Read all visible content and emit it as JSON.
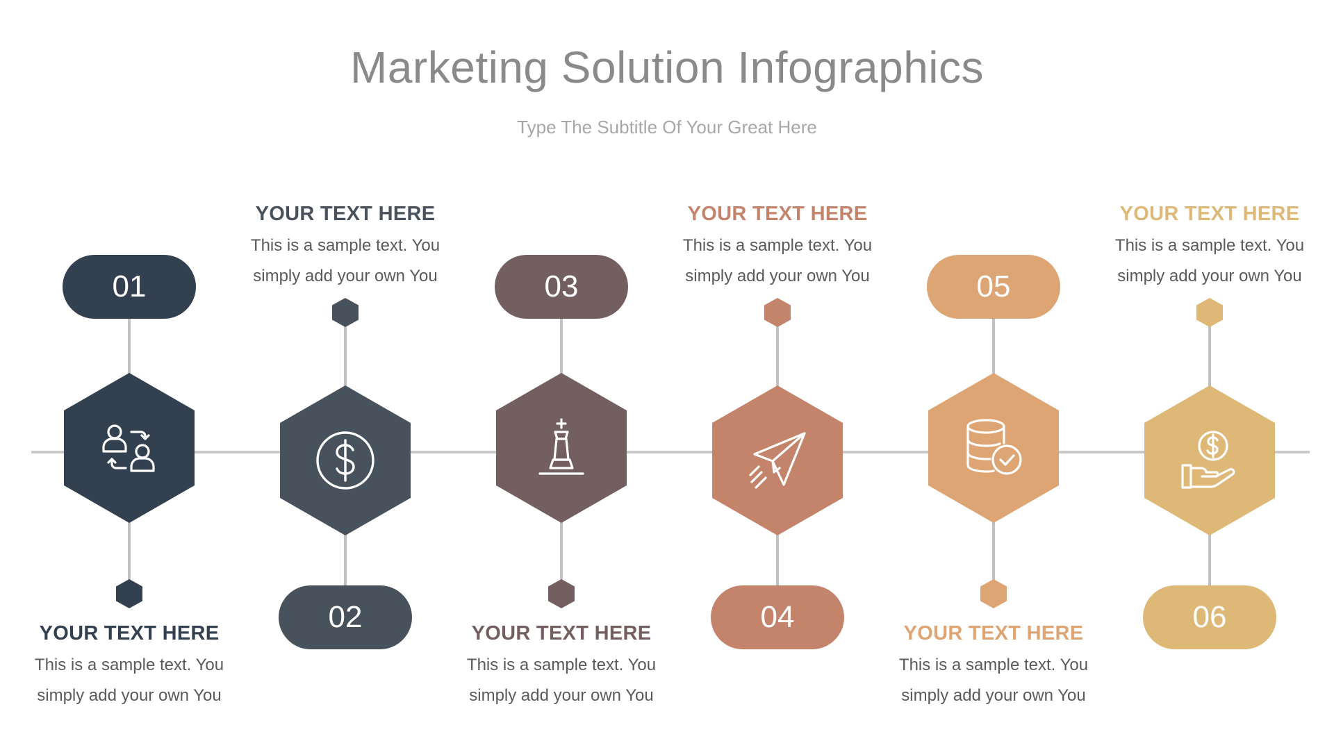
{
  "header": {
    "title": "Marketing Solution Infographics",
    "subtitle": "Type The Subtitle Of Your Great Here"
  },
  "colors": {
    "step1": "#33404f",
    "step2": "#47525d",
    "step3": "#745f60",
    "step4": "#c4846b",
    "step5": "#dea574",
    "step6": "#ddb876",
    "connector": "#c2c2c2"
  },
  "steps": [
    {
      "number": "01",
      "heading": "YOUR TEXT HERE",
      "line1": "This is a sample text. You",
      "line2": "simply add your own You",
      "icon": "user-exchange-icon"
    },
    {
      "number": "02",
      "heading": "YOUR TEXT HERE",
      "line1": "This is a sample text. You",
      "line2": "simply add your own You",
      "icon": "dollar-coin-icon"
    },
    {
      "number": "03",
      "heading": "YOUR TEXT HERE",
      "line1": "This is a sample text. You",
      "line2": "simply add your own You",
      "icon": "chess-king-icon"
    },
    {
      "number": "04",
      "heading": "YOUR TEXT HERE",
      "line1": "This is a sample text. You",
      "line2": "simply add your own You",
      "icon": "paper-plane-icon"
    },
    {
      "number": "05",
      "heading": "YOUR TEXT HERE",
      "line1": "This is a sample text. You",
      "line2": "simply add your own You",
      "icon": "database-check-icon"
    },
    {
      "number": "06",
      "heading": "YOUR TEXT HERE",
      "line1": "This is a sample text. You",
      "line2": "simply add your own You",
      "icon": "hand-coin-icon"
    }
  ]
}
